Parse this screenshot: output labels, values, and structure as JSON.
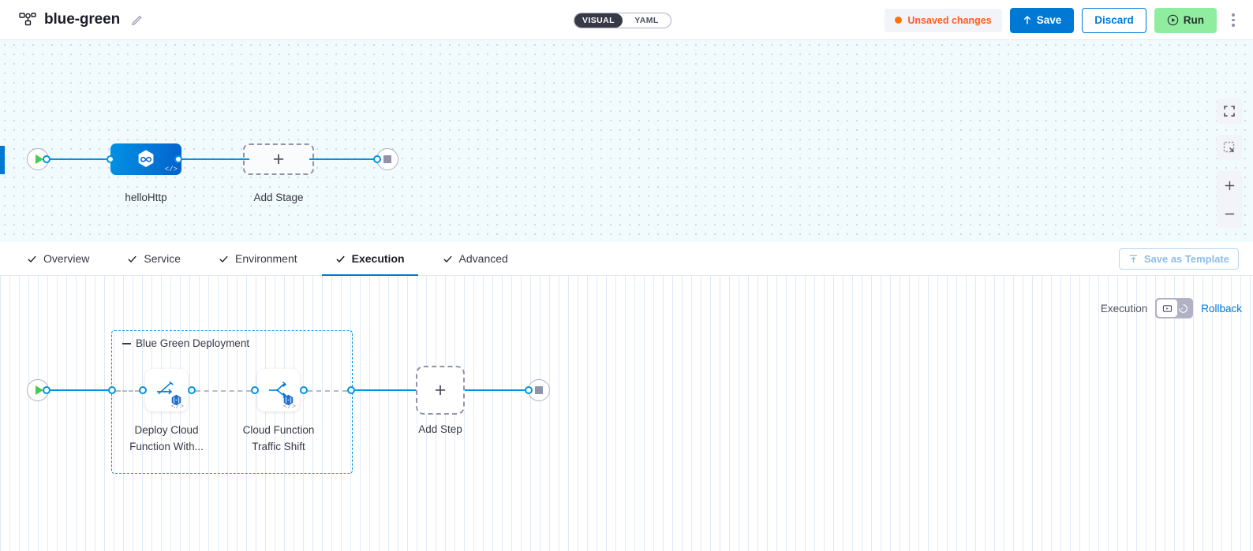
{
  "header": {
    "pipeline_icon": "pipeline-icon",
    "title": "blue-green",
    "edit_icon": "pencil-icon",
    "view_toggle": {
      "visual": "VISUAL",
      "yaml": "YAML",
      "selected": "VISUAL"
    },
    "unsaved_label": "Unsaved changes",
    "save_label": "Save",
    "discard_label": "Discard",
    "run_label": "Run",
    "more_icon": "kebab-menu-icon",
    "accent_blue": "#0278d5",
    "run_green": "#90ed9f",
    "unsaved_orange": "#ff5b21"
  },
  "stage_canvas": {
    "start_icon": "play-icon",
    "end_icon": "stop-icon",
    "stage": {
      "label": "helloHttp",
      "icon": "harness-hexagon-icon",
      "code_badge": "</>"
    },
    "add_stage": {
      "label": "Add Stage",
      "icon": "plus-icon"
    },
    "tools": {
      "fullscreen": "fullscreen-icon",
      "fit_to_screen": "fit-to-screen-icon",
      "zoom_in": "plus-icon",
      "zoom_out": "minus-icon"
    }
  },
  "tabs": {
    "items": [
      {
        "label": "Overview",
        "icon": "check-icon",
        "active": false
      },
      {
        "label": "Service",
        "icon": "check-icon",
        "active": false
      },
      {
        "label": "Environment",
        "icon": "check-icon",
        "active": false
      },
      {
        "label": "Execution",
        "icon": "check-icon",
        "active": true
      },
      {
        "label": "Advanced",
        "icon": "check-icon",
        "active": false
      }
    ],
    "save_as_template": {
      "label": "Save as Template",
      "icon": "template-upload-icon",
      "disabled": true
    }
  },
  "step_canvas": {
    "mode_switch": {
      "left_label": "Execution",
      "right_label": "Rollback",
      "selected": "Execution",
      "on_icon": "execution-icon",
      "off_icon": "rollback-icon"
    },
    "group": {
      "title": "Blue Green Deployment",
      "collapse_icon": "collapse-dash-icon",
      "steps": [
        {
          "label": "Deploy Cloud Function With...",
          "icon": "deploy-cloud-function-icon",
          "template_badge": "template-badge-icon",
          "code_badge": "</>"
        },
        {
          "label": "Cloud Function Traffic Shift",
          "icon": "traffic-shift-icon",
          "template_badge": "template-badge-icon",
          "code_badge": "</>"
        }
      ]
    },
    "add_step": {
      "label": "Add Step",
      "icon": "plus-icon"
    },
    "start_icon": "play-icon",
    "end_icon": "stop-icon"
  }
}
